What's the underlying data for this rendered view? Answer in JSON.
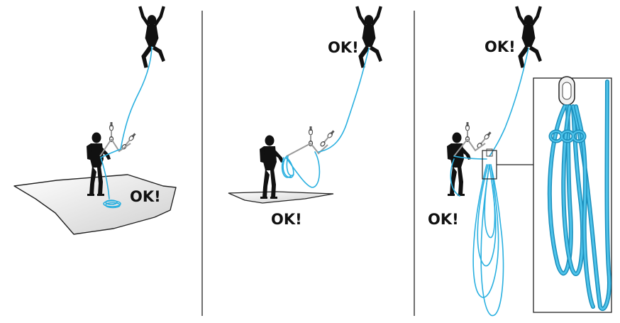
{
  "panels": [
    {
      "id": "panel-1",
      "label": "OK!"
    },
    {
      "id": "panel-2",
      "label": "OK!"
    },
    {
      "id": "panel-3",
      "label_leader": "OK!",
      "label_belayer": "OK!"
    }
  ],
  "colors": {
    "rope": "#2ab0e0",
    "rope_detail": "#1c8fbc",
    "ledge": "#d9d9d9",
    "silhouette": "#111111",
    "anchor": "#9a9a9a"
  },
  "icons": [
    "climber-silhouette",
    "belayer-silhouette",
    "anchor-bolt-icon",
    "carabiner-icon",
    "rope-coil-icon",
    "figure-eight-knot-icon"
  ]
}
